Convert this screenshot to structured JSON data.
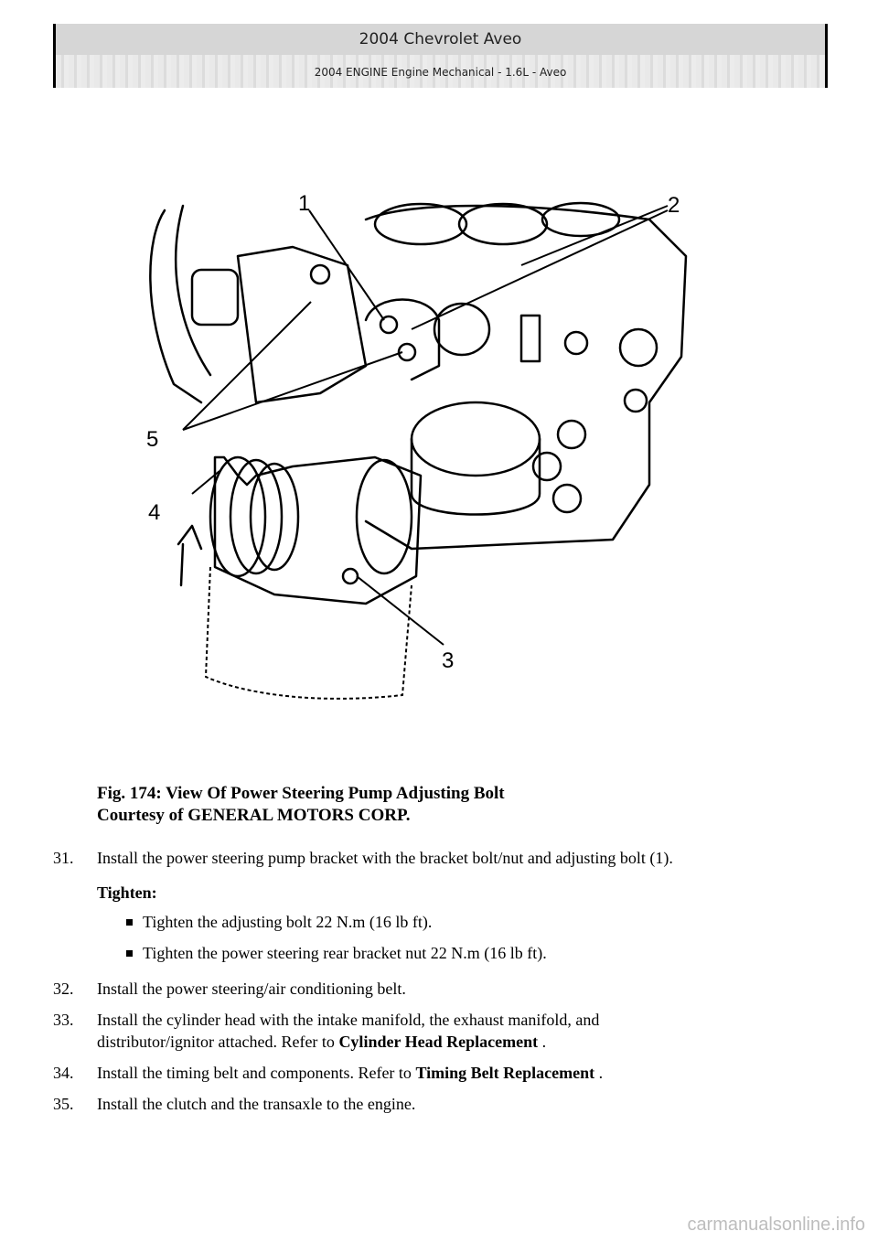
{
  "header": {
    "title": "2004 Chevrolet Aveo",
    "subtitle": "2004 ENGINE Engine Mechanical - 1.6L - Aveo"
  },
  "figure": {
    "callouts": [
      "1",
      "2",
      "3",
      "4",
      "5"
    ],
    "caption_line1": "Fig. 174: View Of Power Steering Pump Adjusting Bolt",
    "caption_line2": "Courtesy of GENERAL MOTORS CORP."
  },
  "steps": [
    {
      "num": "31.",
      "text": "Install the power steering pump bracket with the bracket bolt/nut and adjusting bolt (1)."
    },
    {
      "num": "32.",
      "text": "Install the power steering/air conditioning belt."
    },
    {
      "num": "33.",
      "text_line1": "Install the cylinder head with the intake manifold, the exhaust manifold, and",
      "text_line2": "distributor/ignitor attached. Refer to ",
      "ref": "Cylinder Head Replacement",
      "text_after": " ."
    },
    {
      "num": "34.",
      "text": "Install the timing belt and components. Refer to ",
      "ref": "Timing Belt Replacement",
      "text_after": " ."
    },
    {
      "num": "35.",
      "text": "Install the clutch and the transaxle to the engine."
    }
  ],
  "tighten": {
    "label": "Tighten:",
    "items": [
      "Tighten the adjusting bolt 22 N.m (16 lb ft).",
      "Tighten the power steering rear bracket nut 22 N.m (16 lb ft)."
    ]
  },
  "footer": {
    "watermark": "carmanualsonline.info"
  }
}
